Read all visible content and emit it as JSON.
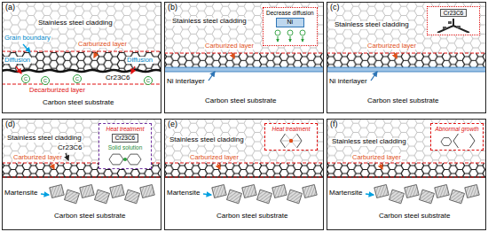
{
  "diagram": {
    "nodes": [
      {
        "text": [
          "(a)"
        ]
      },
      {
        "text": [
          "(b)"
        ]
      },
      {
        "text": [
          "Decrease diffusion",
          "Ni"
        ],
        "in": 1
      },
      {
        "text": [
          "(c)"
        ]
      },
      {
        "text": [
          "Cr23C6"
        ],
        "in": 3
      },
      {
        "text": [
          "(d)"
        ]
      },
      {
        "text": [
          "Heat treatment",
          "Cr23C6",
          "Solid solution"
        ],
        "in": 5
      },
      {
        "text": [
          "(e)"
        ]
      },
      {
        "text": [
          "Heat treatment"
        ],
        "in": 7
      },
      {
        "text": [
          "(f)"
        ]
      },
      {
        "text": [
          "Abnormal growth"
        ],
        "in": 9
      }
    ],
    "labels": [
      "Stainless steel cladding",
      "Grain boundary",
      "Carburized layer",
      "Diffusion",
      "Diffusion",
      "C",
      "C",
      "C",
      "C",
      "Cr23C6",
      "Decarburized layer",
      "Carbon steel substrate",
      "Stainless steel cladding",
      "Carburized layer",
      "Ni interlayer",
      "Carbon steel substrate",
      "Stainless steel cladding",
      "Carburized layer",
      "Ni interlayer",
      "Carbon steel substrate",
      "Stainless steel cladding",
      "Cr23C6",
      "Carburized layer",
      "Martensite",
      "Carbon steel substrate",
      "Stainless steel cladding",
      "Carburized layer",
      "Martensite",
      "Carbon steel substrate",
      "Stainless steel cladding",
      "Carburized layer",
      "Martensite",
      "Carbon steel substrate"
    ]
  }
}
